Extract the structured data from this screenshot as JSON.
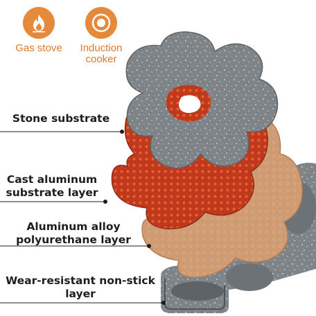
{
  "features": [
    {
      "label": "Gas stove",
      "icon": "flame-icon"
    },
    {
      "label": "Induction cooker",
      "icon": "induction-coil-icon"
    }
  ],
  "layers": [
    {
      "label": "Stone substrate",
      "color": "#7f8488"
    },
    {
      "label": "Cast aluminum substrate layer",
      "color": "#c0391d"
    },
    {
      "label": "Aluminum alloy polyurethane layer",
      "color": "#cf9b73"
    },
    {
      "label": "Wear-resistant non-stick layer",
      "color": "#6d7276"
    }
  ],
  "colors": {
    "accent": "#e58a3a",
    "text": "#1d1d1d"
  }
}
